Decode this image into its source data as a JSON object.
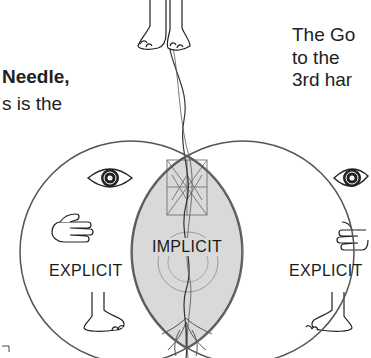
{
  "diagram": {
    "nodes": [
      {
        "text": [
          "EXPLICIT"
        ]
      },
      {
        "text": [
          "IMPLICIT"
        ]
      },
      {
        "text": [
          "EXPLICIT"
        ]
      }
    ],
    "labels": [
      "Needle,",
      "s is the",
      "The Go",
      "to the",
      "3rd har"
    ]
  }
}
